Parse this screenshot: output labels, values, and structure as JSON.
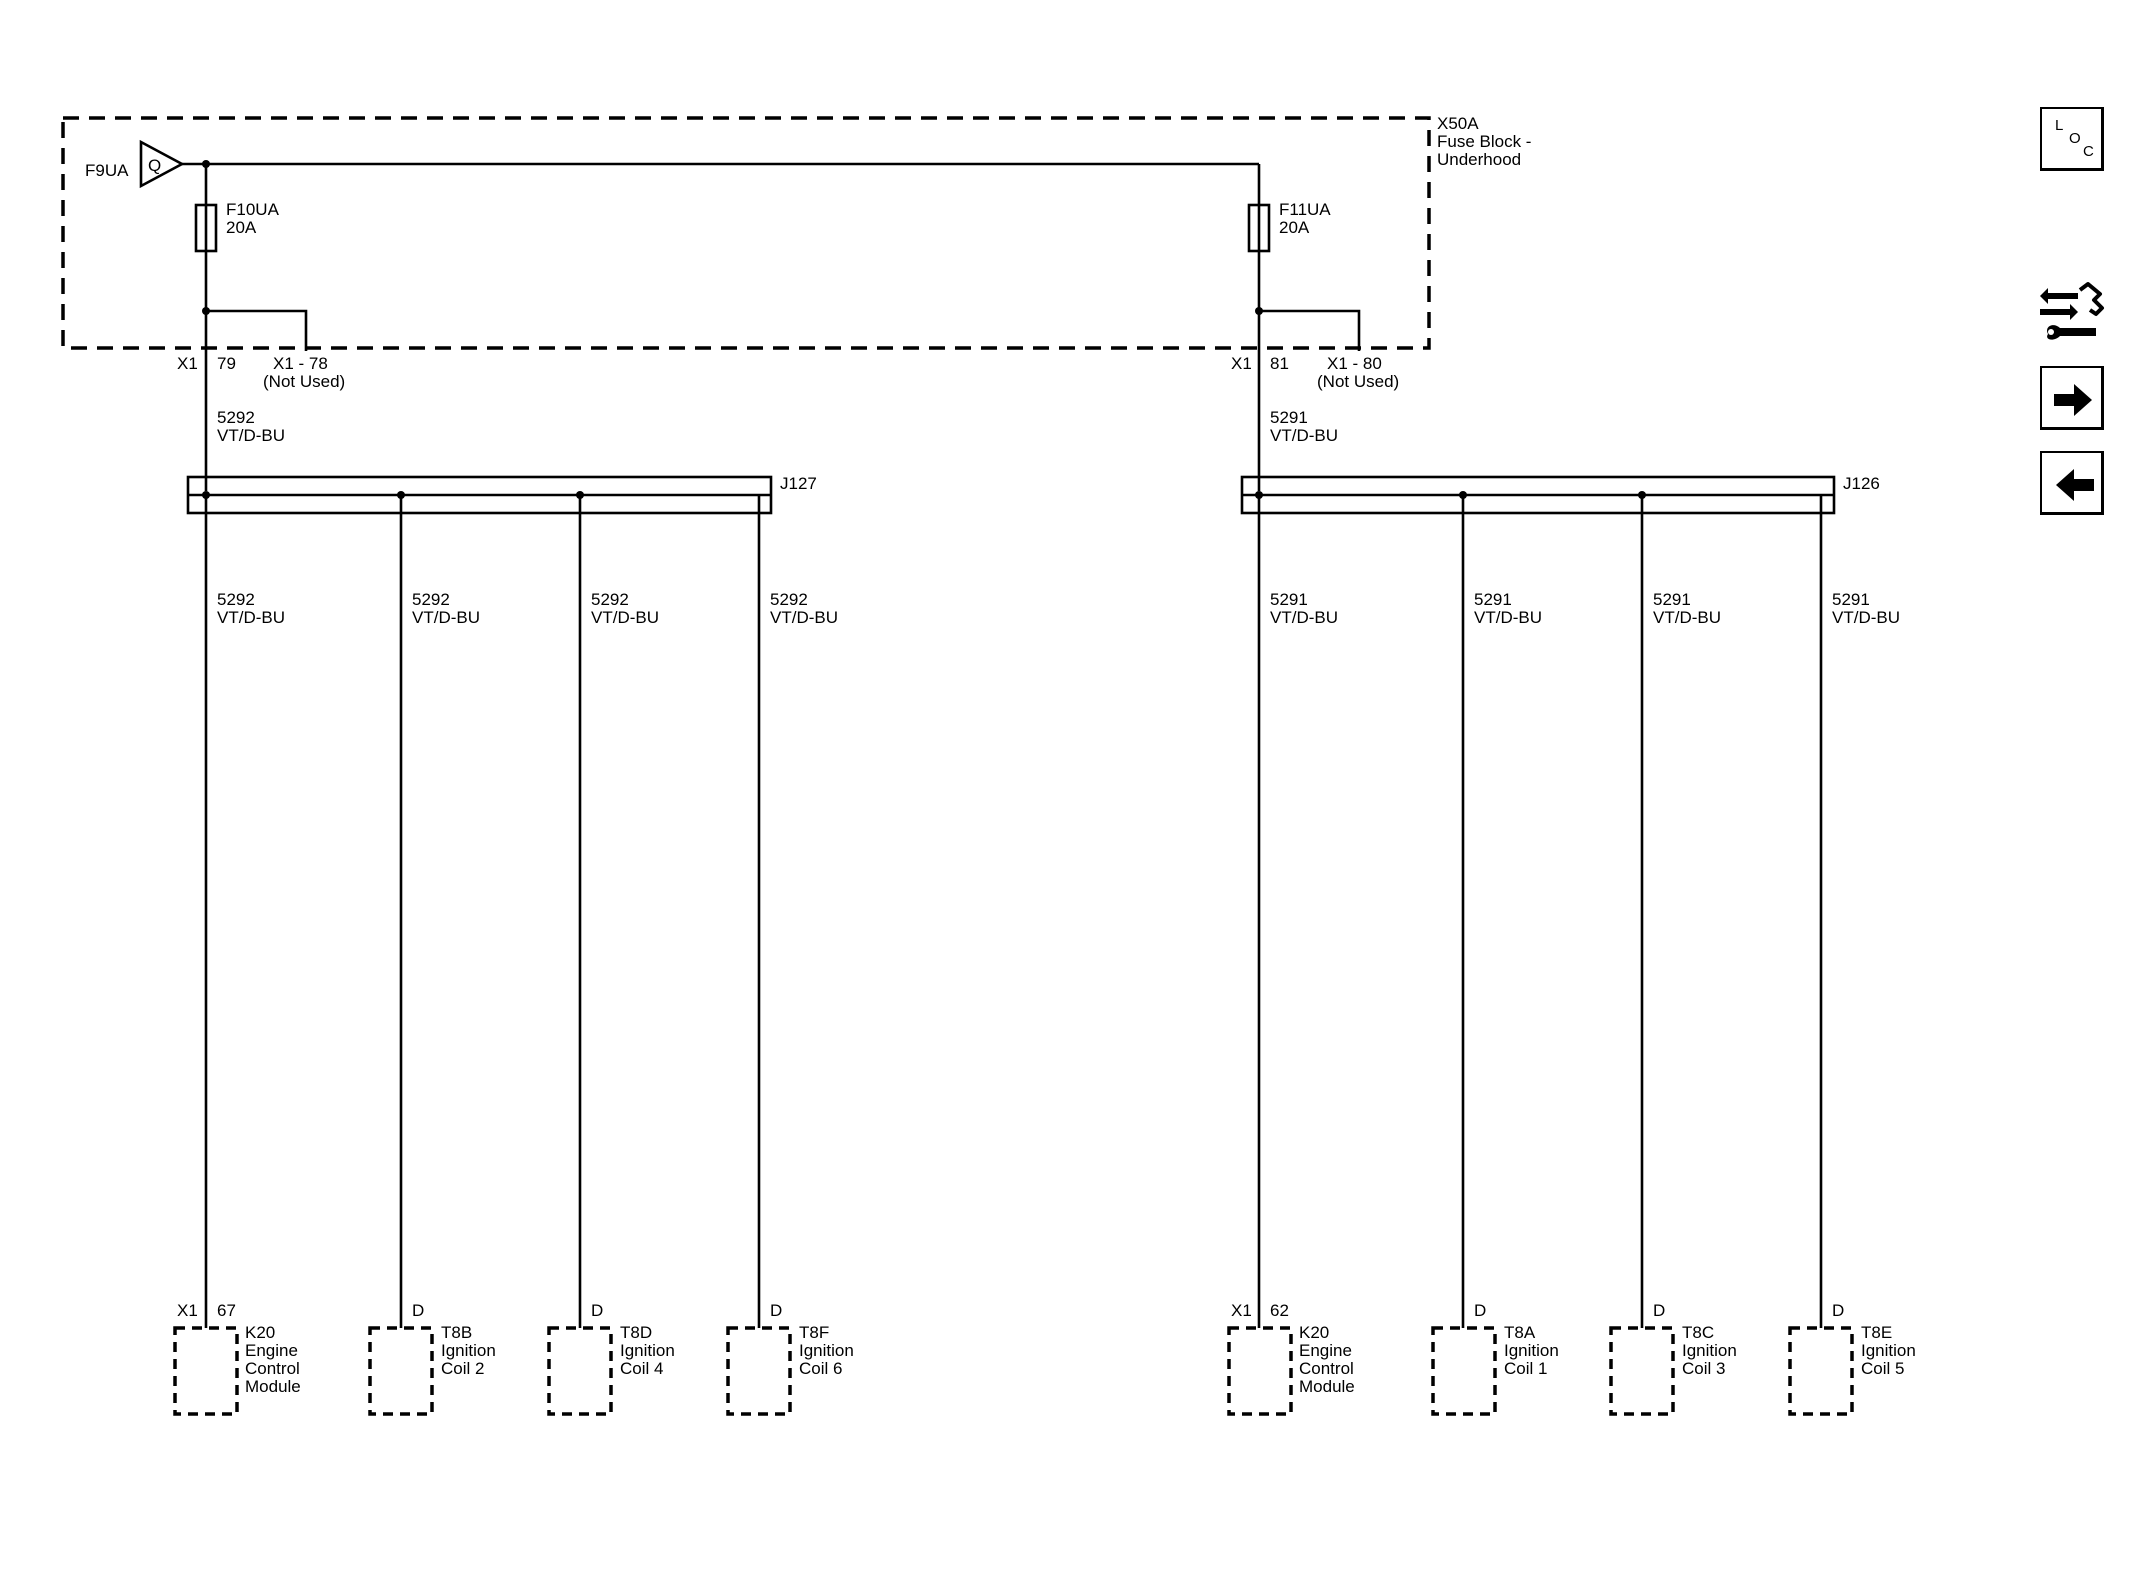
{
  "fuse_block": {
    "id": "X50A",
    "name_line1": "Fuse Block -",
    "name_line2": "Underhood"
  },
  "source": {
    "id": "F9UA",
    "symbol": "Q"
  },
  "fuses": [
    {
      "id": "F10UA",
      "rating": "20A",
      "conn": "X1",
      "pin": "79",
      "unused": "X1 - 78",
      "unused_note": "(Not Used)"
    },
    {
      "id": "F11UA",
      "rating": "20A",
      "conn": "X1",
      "pin": "81",
      "unused": "X1 - 80",
      "unused_note": "(Not Used)"
    }
  ],
  "splices": [
    {
      "id": "J127",
      "feed_circuit": "5292",
      "feed_color": "VT/D-BU",
      "branches": [
        {
          "circuit": "5292",
          "color": "VT/D-BU",
          "conn": "X1",
          "pin": "67",
          "comp_id": "K20",
          "comp_line1": "Engine",
          "comp_line2": "Control",
          "comp_line3": "Module"
        },
        {
          "circuit": "5292",
          "color": "VT/D-BU",
          "conn": "",
          "pin": "D",
          "comp_id": "T8B",
          "comp_line1": "Ignition",
          "comp_line2": "Coil 2",
          "comp_line3": ""
        },
        {
          "circuit": "5292",
          "color": "VT/D-BU",
          "conn": "",
          "pin": "D",
          "comp_id": "T8D",
          "comp_line1": "Ignition",
          "comp_line2": "Coil 4",
          "comp_line3": ""
        },
        {
          "circuit": "5292",
          "color": "VT/D-BU",
          "conn": "",
          "pin": "D",
          "comp_id": "T8F",
          "comp_line1": "Ignition",
          "comp_line2": "Coil 6",
          "comp_line3": ""
        }
      ]
    },
    {
      "id": "J126",
      "feed_circuit": "5291",
      "feed_color": "VT/D-BU",
      "branches": [
        {
          "circuit": "5291",
          "color": "VT/D-BU",
          "conn": "X1",
          "pin": "62",
          "comp_id": "K20",
          "comp_line1": "Engine",
          "comp_line2": "Control",
          "comp_line3": "Module"
        },
        {
          "circuit": "5291",
          "color": "VT/D-BU",
          "conn": "",
          "pin": "D",
          "comp_id": "T8A",
          "comp_line1": "Ignition",
          "comp_line2": "Coil 1",
          "comp_line3": ""
        },
        {
          "circuit": "5291",
          "color": "VT/D-BU",
          "conn": "",
          "pin": "D",
          "comp_id": "T8C",
          "comp_line1": "Ignition",
          "comp_line2": "Coil 3",
          "comp_line3": ""
        },
        {
          "circuit": "5291",
          "color": "VT/D-BU",
          "conn": "",
          "pin": "D",
          "comp_id": "T8E",
          "comp_line1": "Ignition",
          "comp_line2": "Coil 5",
          "comp_line3": ""
        }
      ]
    }
  ],
  "toolbar": {
    "loc": {
      "l": "L",
      "o": "O",
      "c": "C",
      "icon": "location-icon"
    },
    "buttons": [
      {
        "name": "related-circuits-button",
        "icon": "circuit-swap-wrench-icon"
      },
      {
        "name": "next-page-button",
        "icon": "arrow-right-icon"
      },
      {
        "name": "previous-page-button",
        "icon": "arrow-left-icon"
      }
    ]
  }
}
